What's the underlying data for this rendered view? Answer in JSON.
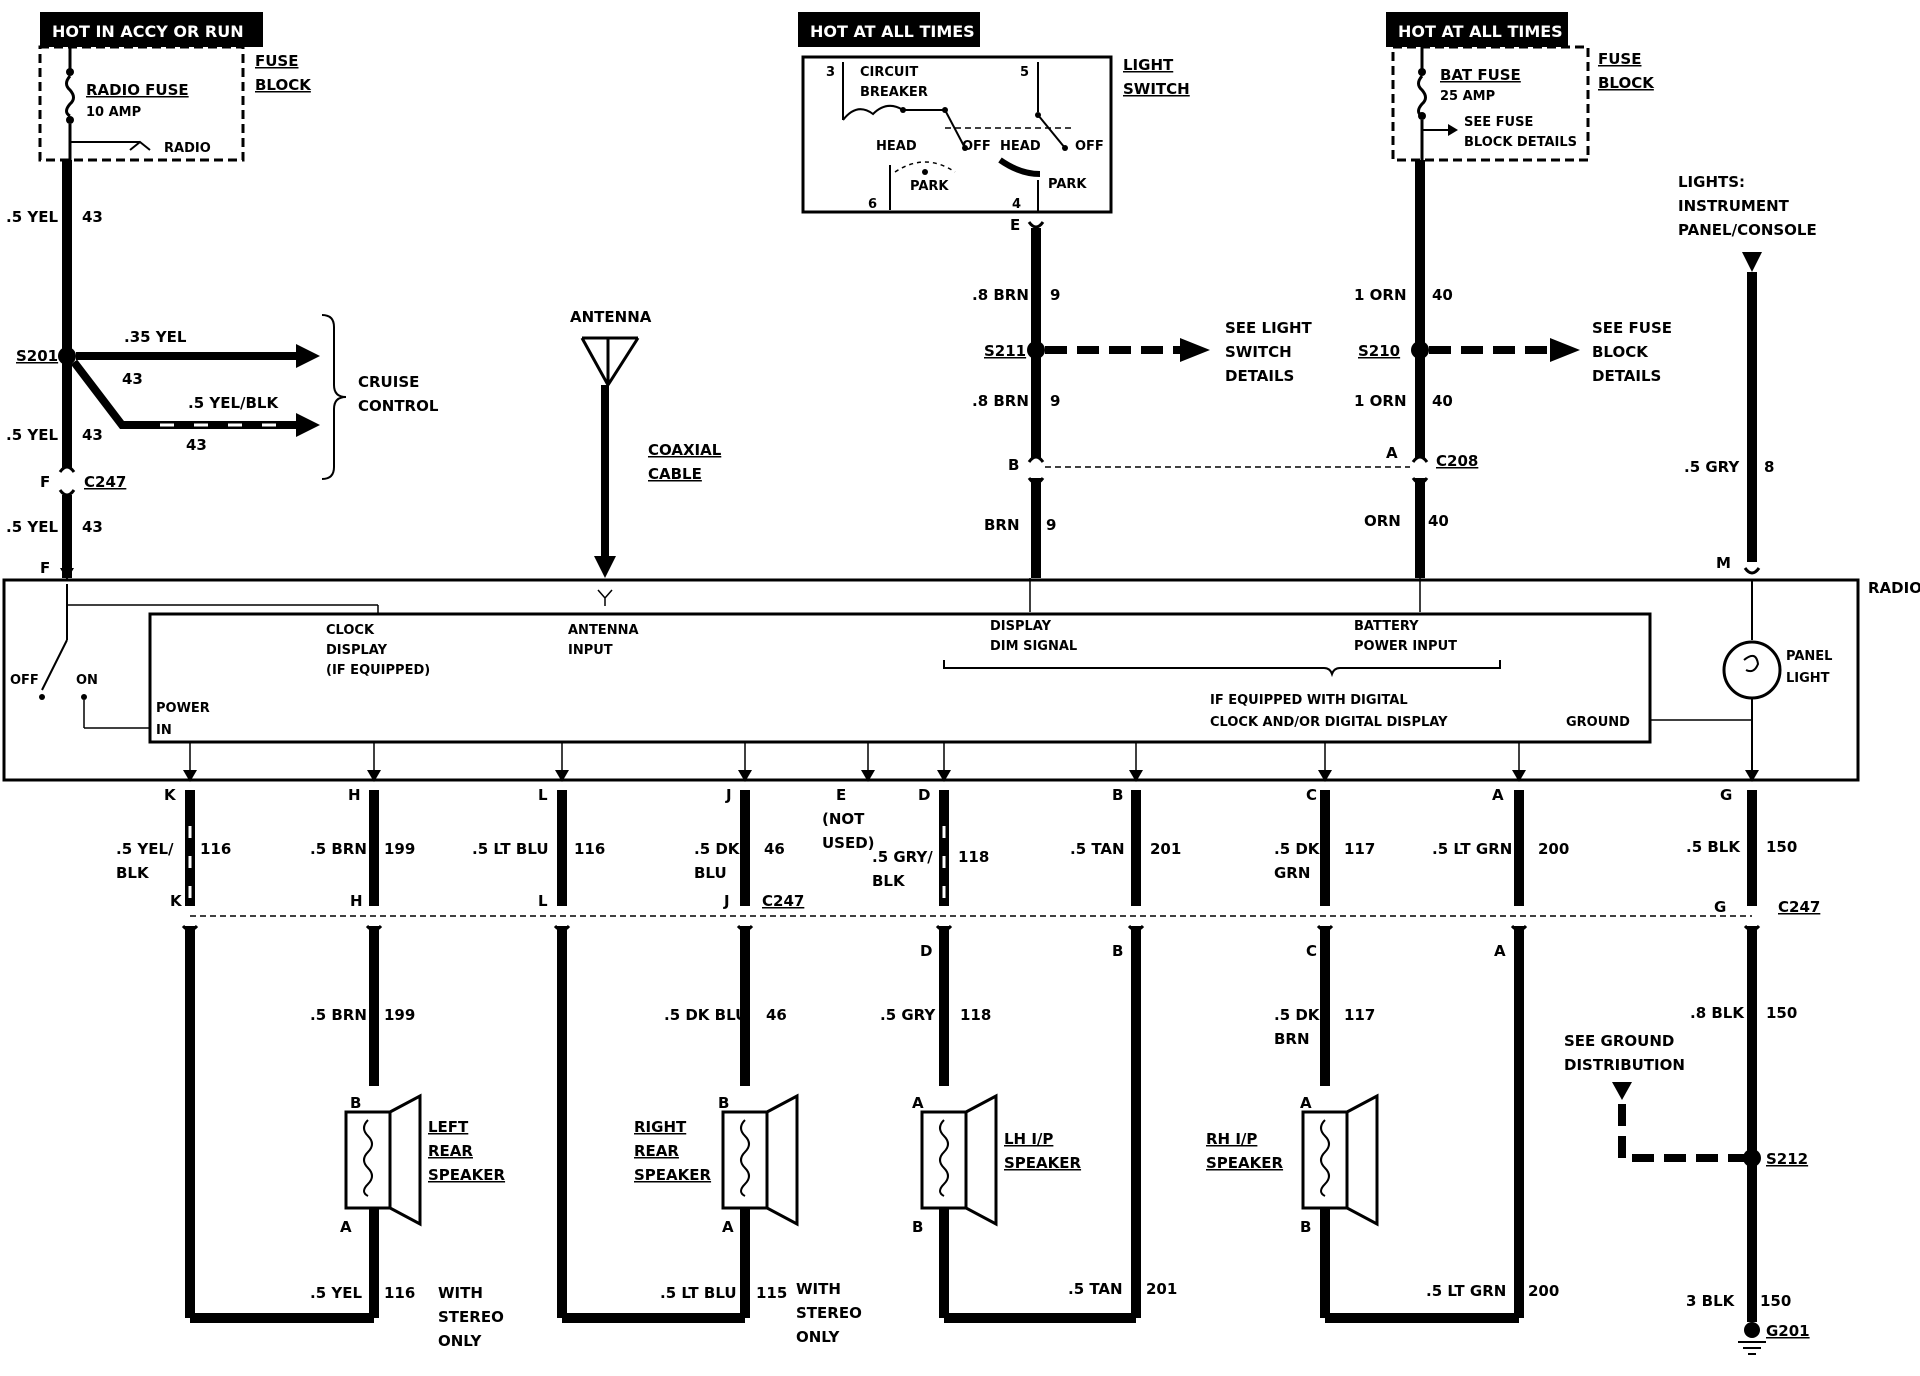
{
  "headers": {
    "accy_run": "HOT IN ACCY OR RUN",
    "all_times_1": "HOT AT ALL TIMES",
    "all_times_2": "HOT AT ALL TIMES"
  },
  "radio_fuse": {
    "block_line1": "FUSE",
    "block_line2": "BLOCK",
    "name": "RADIO FUSE",
    "rating": "10 AMP",
    "tap": "RADIO"
  },
  "light_switch": {
    "title_line1": "LIGHT",
    "title_line2": "SWITCH",
    "cb_line1": "CIRCUIT",
    "cb_line2": "BREAKER",
    "head1": "HEAD",
    "off1": "OFF",
    "park1": "PARK",
    "head2": "HEAD",
    "off2": "OFF",
    "park2": "PARK",
    "pin3": "3",
    "pin5": "5",
    "pin6": "6",
    "pin4": "4"
  },
  "bat_fuse": {
    "block_line1": "FUSE",
    "block_line2": "BLOCK",
    "name": "BAT FUSE",
    "rating": "25 AMP",
    "see_line1": "SEE FUSE",
    "see_line2": "BLOCK DETAILS"
  },
  "left_feed": {
    "w1": ".5 YEL",
    "c1": "43",
    "splice": "S201",
    "b1": ".35 YEL",
    "b1c": "43",
    "b2": ".5 YEL/BLK",
    "b2c": "43",
    "cruise_line1": "CRUISE",
    "cruise_line2": "CONTROL",
    "w2": ".5 YEL",
    "c2": "43",
    "pinF": "F",
    "conn": "C247",
    "w3": ".5 YEL",
    "c3": "43",
    "pinF2": "F"
  },
  "antenna": {
    "label": "ANTENNA",
    "coax_line1": "COAXIAL",
    "coax_line2": "CABLE",
    "input_line1": "ANTENNA",
    "input_line2": "INPUT"
  },
  "light_feed": {
    "pinE": "E",
    "w1": ".8 BRN",
    "c1": "9",
    "splice": "S211",
    "see_line1": "SEE LIGHT",
    "see_line2": "SWITCH",
    "see_line3": "DETAILS",
    "w2": ".8 BRN",
    "c2": "9",
    "pinB": "B",
    "w3": "BRN",
    "c3": "9",
    "display_line1": "DISPLAY",
    "display_line2": "DIM SIGNAL"
  },
  "bat_feed": {
    "w1": "1 ORN",
    "c1": "40",
    "splice": "S210",
    "see_line1": "SEE FUSE",
    "see_line2": "BLOCK",
    "see_line3": "DETAILS",
    "w2": "1 ORN",
    "c2": "40",
    "pinA": "A",
    "conn": "C208",
    "w3": "ORN",
    "c3": "40",
    "battery_line1": "BATTERY",
    "battery_line2": "POWER INPUT"
  },
  "panel_lights": {
    "line1": "LIGHTS:",
    "line2": "INSTRUMENT",
    "line3": "PANEL/CONSOLE",
    "wire": ".5 GRY",
    "circuit": "8",
    "pinM": "M",
    "panel_line1": "PANEL",
    "panel_line2": "LIGHT"
  },
  "radio": {
    "label": "RADIO",
    "off": "OFF",
    "on": "ON",
    "power_line1": "POWER",
    "power_line2": "IN",
    "clock_line1": "CLOCK",
    "clock_line2": "DISPLAY",
    "clock_line3": "(IF EQUIPPED)",
    "digital_line1": "IF EQUIPPED WITH DIGITAL",
    "digital_line2": "CLOCK AND/OR DIGITAL DISPLAY",
    "ground": "GROUND"
  },
  "lower_wires": {
    "K": {
      "pin": "K",
      "w_line1": ".5 YEL/",
      "w_line2": "BLK",
      "c": "116"
    },
    "H": {
      "pin": "H",
      "w": ".5 BRN",
      "c": "199"
    },
    "L": {
      "pin": "L",
      "w": ".5 LT BLU",
      "c": "116"
    },
    "J": {
      "pin": "J",
      "w_line1": ".5 DK",
      "w_line2": "BLU",
      "c": "46",
      "conn": "C247"
    },
    "E": {
      "pin": "E",
      "line1": "(NOT",
      "line2": "USED)"
    },
    "D": {
      "pin": "D",
      "w_line1": ".5 GRY/",
      "w_line2": "BLK",
      "c": "118"
    },
    "B": {
      "pin": "B",
      "w": ".5 TAN",
      "c": "201"
    },
    "C": {
      "pin": "C",
      "w_line1": ".5 DK",
      "w_line2": "GRN",
      "c": "117"
    },
    "A": {
      "pin": "A",
      "w": ".5 LT GRN",
      "c": "200"
    },
    "G": {
      "pin": "G",
      "w": ".5 BLK",
      "c": "150",
      "conn": "C247"
    }
  },
  "speakers": {
    "lr": {
      "title_line1": "LEFT",
      "title_line2": "REAR",
      "title_line3": "SPEAKER",
      "wire": ".5 BRN",
      "circuit": "199",
      "pinB": "B",
      "pinA": "A",
      "ret_wire": ".5 YEL",
      "ret_c": "116",
      "note_line1": "WITH",
      "note_line2": "STEREO",
      "note_line3": "ONLY"
    },
    "rr": {
      "title_line1": "RIGHT",
      "title_line2": "REAR",
      "title_line3": "SPEAKER",
      "wire": ".5 DK BLU",
      "circuit": "46",
      "pinB": "B",
      "pinA": "A",
      "ret_wire": ".5 LT BLU",
      "ret_c": "115",
      "note_line1": "WITH",
      "note_line2": "STEREO",
      "note_line3": "ONLY"
    },
    "lh": {
      "title_line1": "LH I/P",
      "title_line2": "SPEAKER",
      "wire": ".5 GRY",
      "circuit": "118",
      "pinA": "A",
      "pinB": "B",
      "ret_wire": ".5 TAN",
      "ret_c": "201"
    },
    "rh": {
      "title_line1": "RH I/P",
      "title_line2": "SPEAKER",
      "wire_line1": ".5 DK",
      "wire_line2": "BRN",
      "circuit": "117",
      "pinA": "A",
      "pinB": "B",
      "ret_wire": ".5 LT GRN",
      "ret_c": "200"
    }
  },
  "ground": {
    "wire": ".8 BLK",
    "circuit": "150",
    "see_line1": "SEE GROUND",
    "see_line2": "DISTRIBUTION",
    "splice": "S212",
    "w2": "3 BLK",
    "c2": "150",
    "g": "G201"
  }
}
